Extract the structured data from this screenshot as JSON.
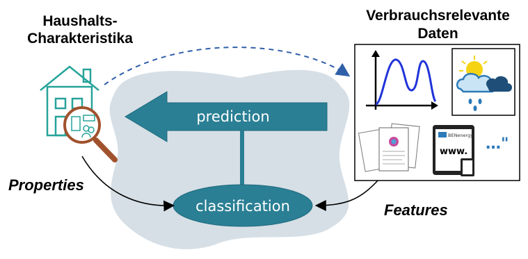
{
  "left_title": {
    "line1": "Haushalts-",
    "line2": "Charakteristika"
  },
  "right_title": {
    "line1": "Verbrauchsrelevante",
    "line2": "Daten"
  },
  "labels": {
    "properties": "Properties",
    "features": "Features",
    "prediction": "prediction",
    "classification": "classification",
    "ellipsis": "…\""
  },
  "logo_text": "BENenergy",
  "www_text": "www.",
  "colors": {
    "teal": "#2a7f94",
    "teal_dark": "#1f6a7d",
    "blob": "#d6dfe6",
    "dash": "#2f5fa8",
    "curve": "#1f33d8",
    "house": "#26a39a",
    "magnifier": "#a0522d"
  },
  "icons": {
    "house": "house-icon",
    "magnifier": "magnifier-icon",
    "weather": "weather-icon",
    "documents": "documents-icon",
    "tablet": "tablet-icon"
  }
}
